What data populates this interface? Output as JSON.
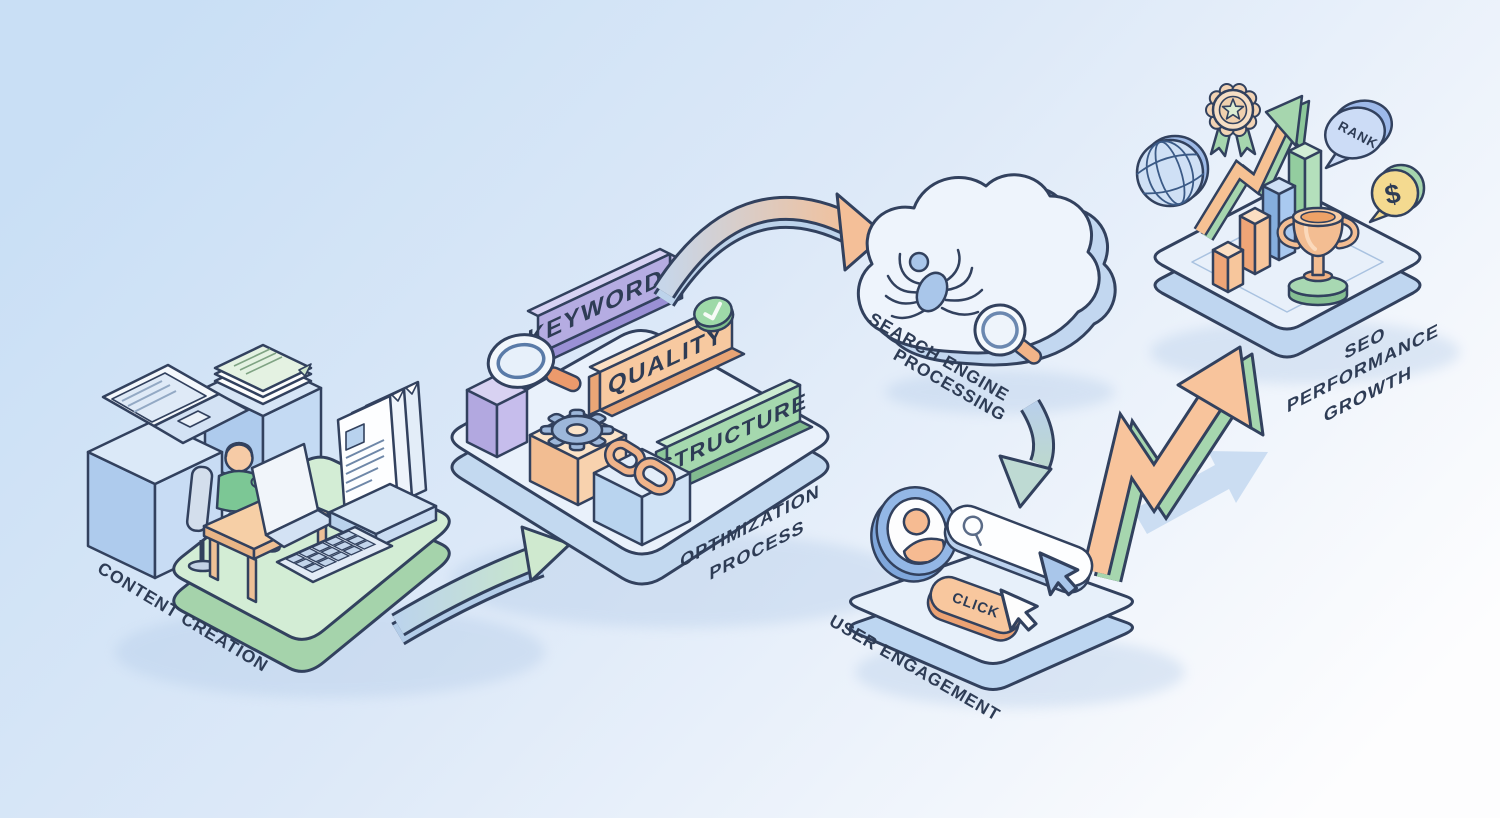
{
  "stages": {
    "content": {
      "label": "CONTENT CREATION"
    },
    "optimization": {
      "line1": "OPTIMIZATION",
      "line2": "PROCESS",
      "block1": "KEYWORDS",
      "block2": "QUALITY",
      "block3": "STRUCTURE"
    },
    "search": {
      "line1": "SEARCH ENGINE",
      "line2": "PROCESSING"
    },
    "user": {
      "label": "USER ENGAGEMENT",
      "click": "CLICK"
    },
    "seo": {
      "line1": "SEO",
      "line2": "PERFORMANCE",
      "line3": "GROWTH",
      "rank": "RANK",
      "dollar": "$"
    }
  },
  "palette": {
    "background_left": "#cadff5",
    "background_right": "#fdfdfe",
    "outline": "#32415e",
    "label_text": "#2e3c55",
    "platform_green": "#d3edd5",
    "platform_blue": "#e9f1fb",
    "keywords_purple": "#b5ace2",
    "quality_orange": "#f7c9a0",
    "structure_green": "#a5d8ae",
    "link_blue": "#bed9f2",
    "arrow_orange": "#f6c49b",
    "arrow_green": "#a6d6ae",
    "cloud_fill": "#eef4fc"
  }
}
